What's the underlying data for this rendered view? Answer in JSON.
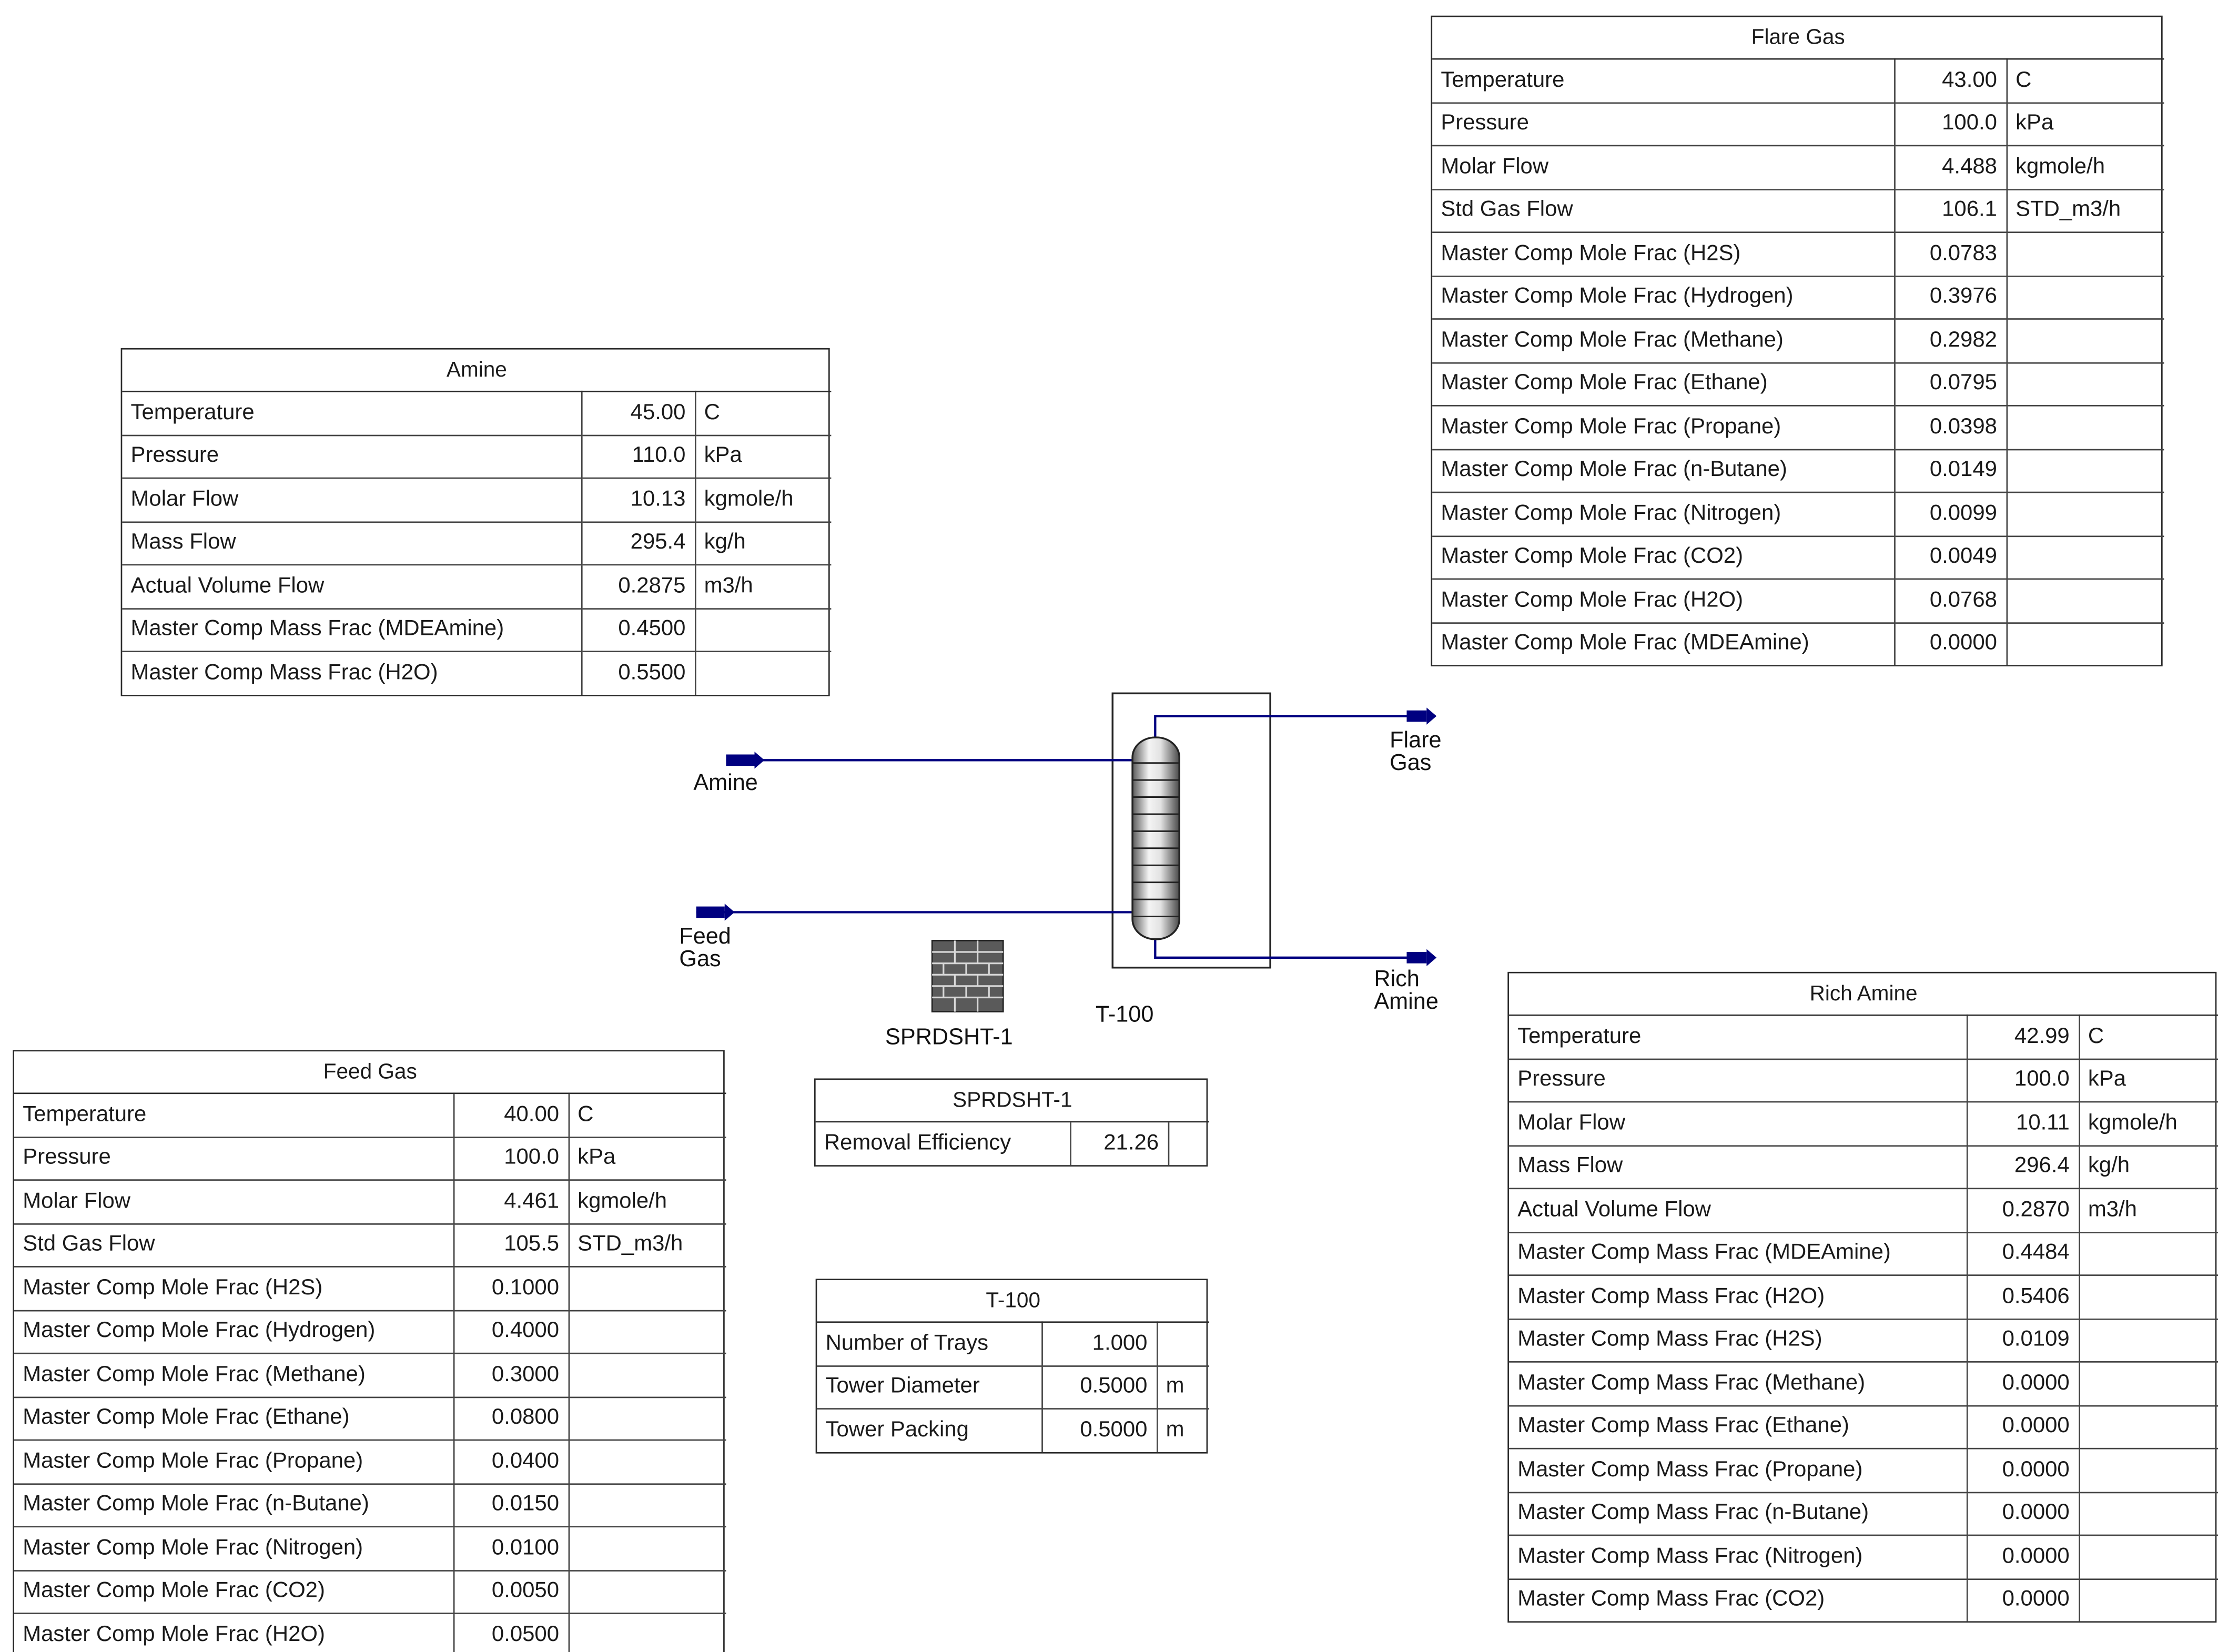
{
  "streams": {
    "amine": "Amine",
    "feed_gas": "Feed\nGas",
    "flare_gas": "Flare\nGas",
    "rich_amine": "Rich\nAmine"
  },
  "unit_ops": {
    "column": "T-100",
    "spreadsheet": "SPRDSHT-1"
  },
  "colors": {
    "stream_line": "#000080",
    "border": "#2b2b2b"
  },
  "icons": {
    "column": "distillation-column-icon",
    "spreadsheet": "spreadsheet-icon"
  },
  "tables": {
    "amine": {
      "title": "Amine",
      "rows": [
        {
          "label": "Temperature",
          "value": "45.00",
          "unit": "C"
        },
        {
          "label": "Pressure",
          "value": "110.0",
          "unit": "kPa"
        },
        {
          "label": "Molar Flow",
          "value": "10.13",
          "unit": "kgmole/h"
        },
        {
          "label": "Mass Flow",
          "value": "295.4",
          "unit": "kg/h"
        },
        {
          "label": "Actual Volume Flow",
          "value": "0.2875",
          "unit": "m3/h"
        },
        {
          "label": "Master Comp Mass Frac (MDEAmine)",
          "value": "0.4500",
          "unit": ""
        },
        {
          "label": "Master Comp Mass Frac (H2O)",
          "value": "0.5500",
          "unit": ""
        }
      ]
    },
    "flare_gas": {
      "title": "Flare Gas",
      "rows": [
        {
          "label": "Temperature",
          "value": "43.00",
          "unit": "C"
        },
        {
          "label": "Pressure",
          "value": "100.0",
          "unit": "kPa"
        },
        {
          "label": "Molar Flow",
          "value": "4.488",
          "unit": "kgmole/h"
        },
        {
          "label": "Std Gas Flow",
          "value": "106.1",
          "unit": "STD_m3/h"
        },
        {
          "label": "Master Comp Mole Frac (H2S)",
          "value": "0.0783",
          "unit": ""
        },
        {
          "label": "Master Comp Mole Frac (Hydrogen)",
          "value": "0.3976",
          "unit": ""
        },
        {
          "label": "Master Comp Mole Frac (Methane)",
          "value": "0.2982",
          "unit": ""
        },
        {
          "label": "Master Comp Mole Frac (Ethane)",
          "value": "0.0795",
          "unit": ""
        },
        {
          "label": "Master Comp Mole Frac (Propane)",
          "value": "0.0398",
          "unit": ""
        },
        {
          "label": "Master Comp Mole Frac (n-Butane)",
          "value": "0.0149",
          "unit": ""
        },
        {
          "label": "Master Comp Mole Frac (Nitrogen)",
          "value": "0.0099",
          "unit": ""
        },
        {
          "label": "Master Comp Mole Frac (CO2)",
          "value": "0.0049",
          "unit": ""
        },
        {
          "label": "Master Comp Mole Frac (H2O)",
          "value": "0.0768",
          "unit": ""
        },
        {
          "label": "Master Comp Mole Frac (MDEAmine)",
          "value": "0.0000",
          "unit": ""
        }
      ]
    },
    "feed_gas": {
      "title": "Feed Gas",
      "rows": [
        {
          "label": "Temperature",
          "value": "40.00",
          "unit": "C"
        },
        {
          "label": "Pressure",
          "value": "100.0",
          "unit": "kPa"
        },
        {
          "label": "Molar Flow",
          "value": "4.461",
          "unit": "kgmole/h"
        },
        {
          "label": "Std Gas Flow",
          "value": "105.5",
          "unit": "STD_m3/h"
        },
        {
          "label": "Master Comp Mole Frac (H2S)",
          "value": "0.1000",
          "unit": ""
        },
        {
          "label": "Master Comp Mole Frac (Hydrogen)",
          "value": "0.4000",
          "unit": ""
        },
        {
          "label": "Master Comp Mole Frac (Methane)",
          "value": "0.3000",
          "unit": ""
        },
        {
          "label": "Master Comp Mole Frac (Ethane)",
          "value": "0.0800",
          "unit": ""
        },
        {
          "label": "Master Comp Mole Frac (Propane)",
          "value": "0.0400",
          "unit": ""
        },
        {
          "label": "Master Comp Mole Frac (n-Butane)",
          "value": "0.0150",
          "unit": ""
        },
        {
          "label": "Master Comp Mole Frac (Nitrogen)",
          "value": "0.0100",
          "unit": ""
        },
        {
          "label": "Master Comp Mole Frac (CO2)",
          "value": "0.0050",
          "unit": ""
        },
        {
          "label": "Master Comp Mole Frac (H2O)",
          "value": "0.0500",
          "unit": ""
        }
      ]
    },
    "sprdsht": {
      "title": "SPRDSHT-1",
      "rows": [
        {
          "label": "Removal Efficiency",
          "value": "21.26",
          "unit": ""
        }
      ]
    },
    "t100": {
      "title": "T-100",
      "rows": [
        {
          "label": "Number of Trays",
          "value": "1.000",
          "unit": ""
        },
        {
          "label": "Tower Diameter",
          "value": "0.5000",
          "unit": "m"
        },
        {
          "label": "Tower Packing",
          "value": "0.5000",
          "unit": "m"
        }
      ]
    },
    "rich_amine": {
      "title": "Rich Amine",
      "rows": [
        {
          "label": "Temperature",
          "value": "42.99",
          "unit": "C"
        },
        {
          "label": "Pressure",
          "value": "100.0",
          "unit": "kPa"
        },
        {
          "label": "Molar Flow",
          "value": "10.11",
          "unit": "kgmole/h"
        },
        {
          "label": "Mass Flow",
          "value": "296.4",
          "unit": "kg/h"
        },
        {
          "label": "Actual Volume Flow",
          "value": "0.2870",
          "unit": "m3/h"
        },
        {
          "label": "Master Comp Mass Frac (MDEAmine)",
          "value": "0.4484",
          "unit": ""
        },
        {
          "label": "Master Comp Mass Frac (H2O)",
          "value": "0.5406",
          "unit": ""
        },
        {
          "label": "Master Comp Mass Frac (H2S)",
          "value": "0.0109",
          "unit": ""
        },
        {
          "label": "Master Comp Mass Frac (Methane)",
          "value": "0.0000",
          "unit": ""
        },
        {
          "label": "Master Comp Mass Frac (Ethane)",
          "value": "0.0000",
          "unit": ""
        },
        {
          "label": "Master Comp Mass Frac (Propane)",
          "value": "0.0000",
          "unit": ""
        },
        {
          "label": "Master Comp Mass Frac (n-Butane)",
          "value": "0.0000",
          "unit": ""
        },
        {
          "label": "Master Comp Mass Frac (Nitrogen)",
          "value": "0.0000",
          "unit": ""
        },
        {
          "label": "Master Comp Mass Frac (CO2)",
          "value": "0.0000",
          "unit": ""
        }
      ]
    }
  }
}
